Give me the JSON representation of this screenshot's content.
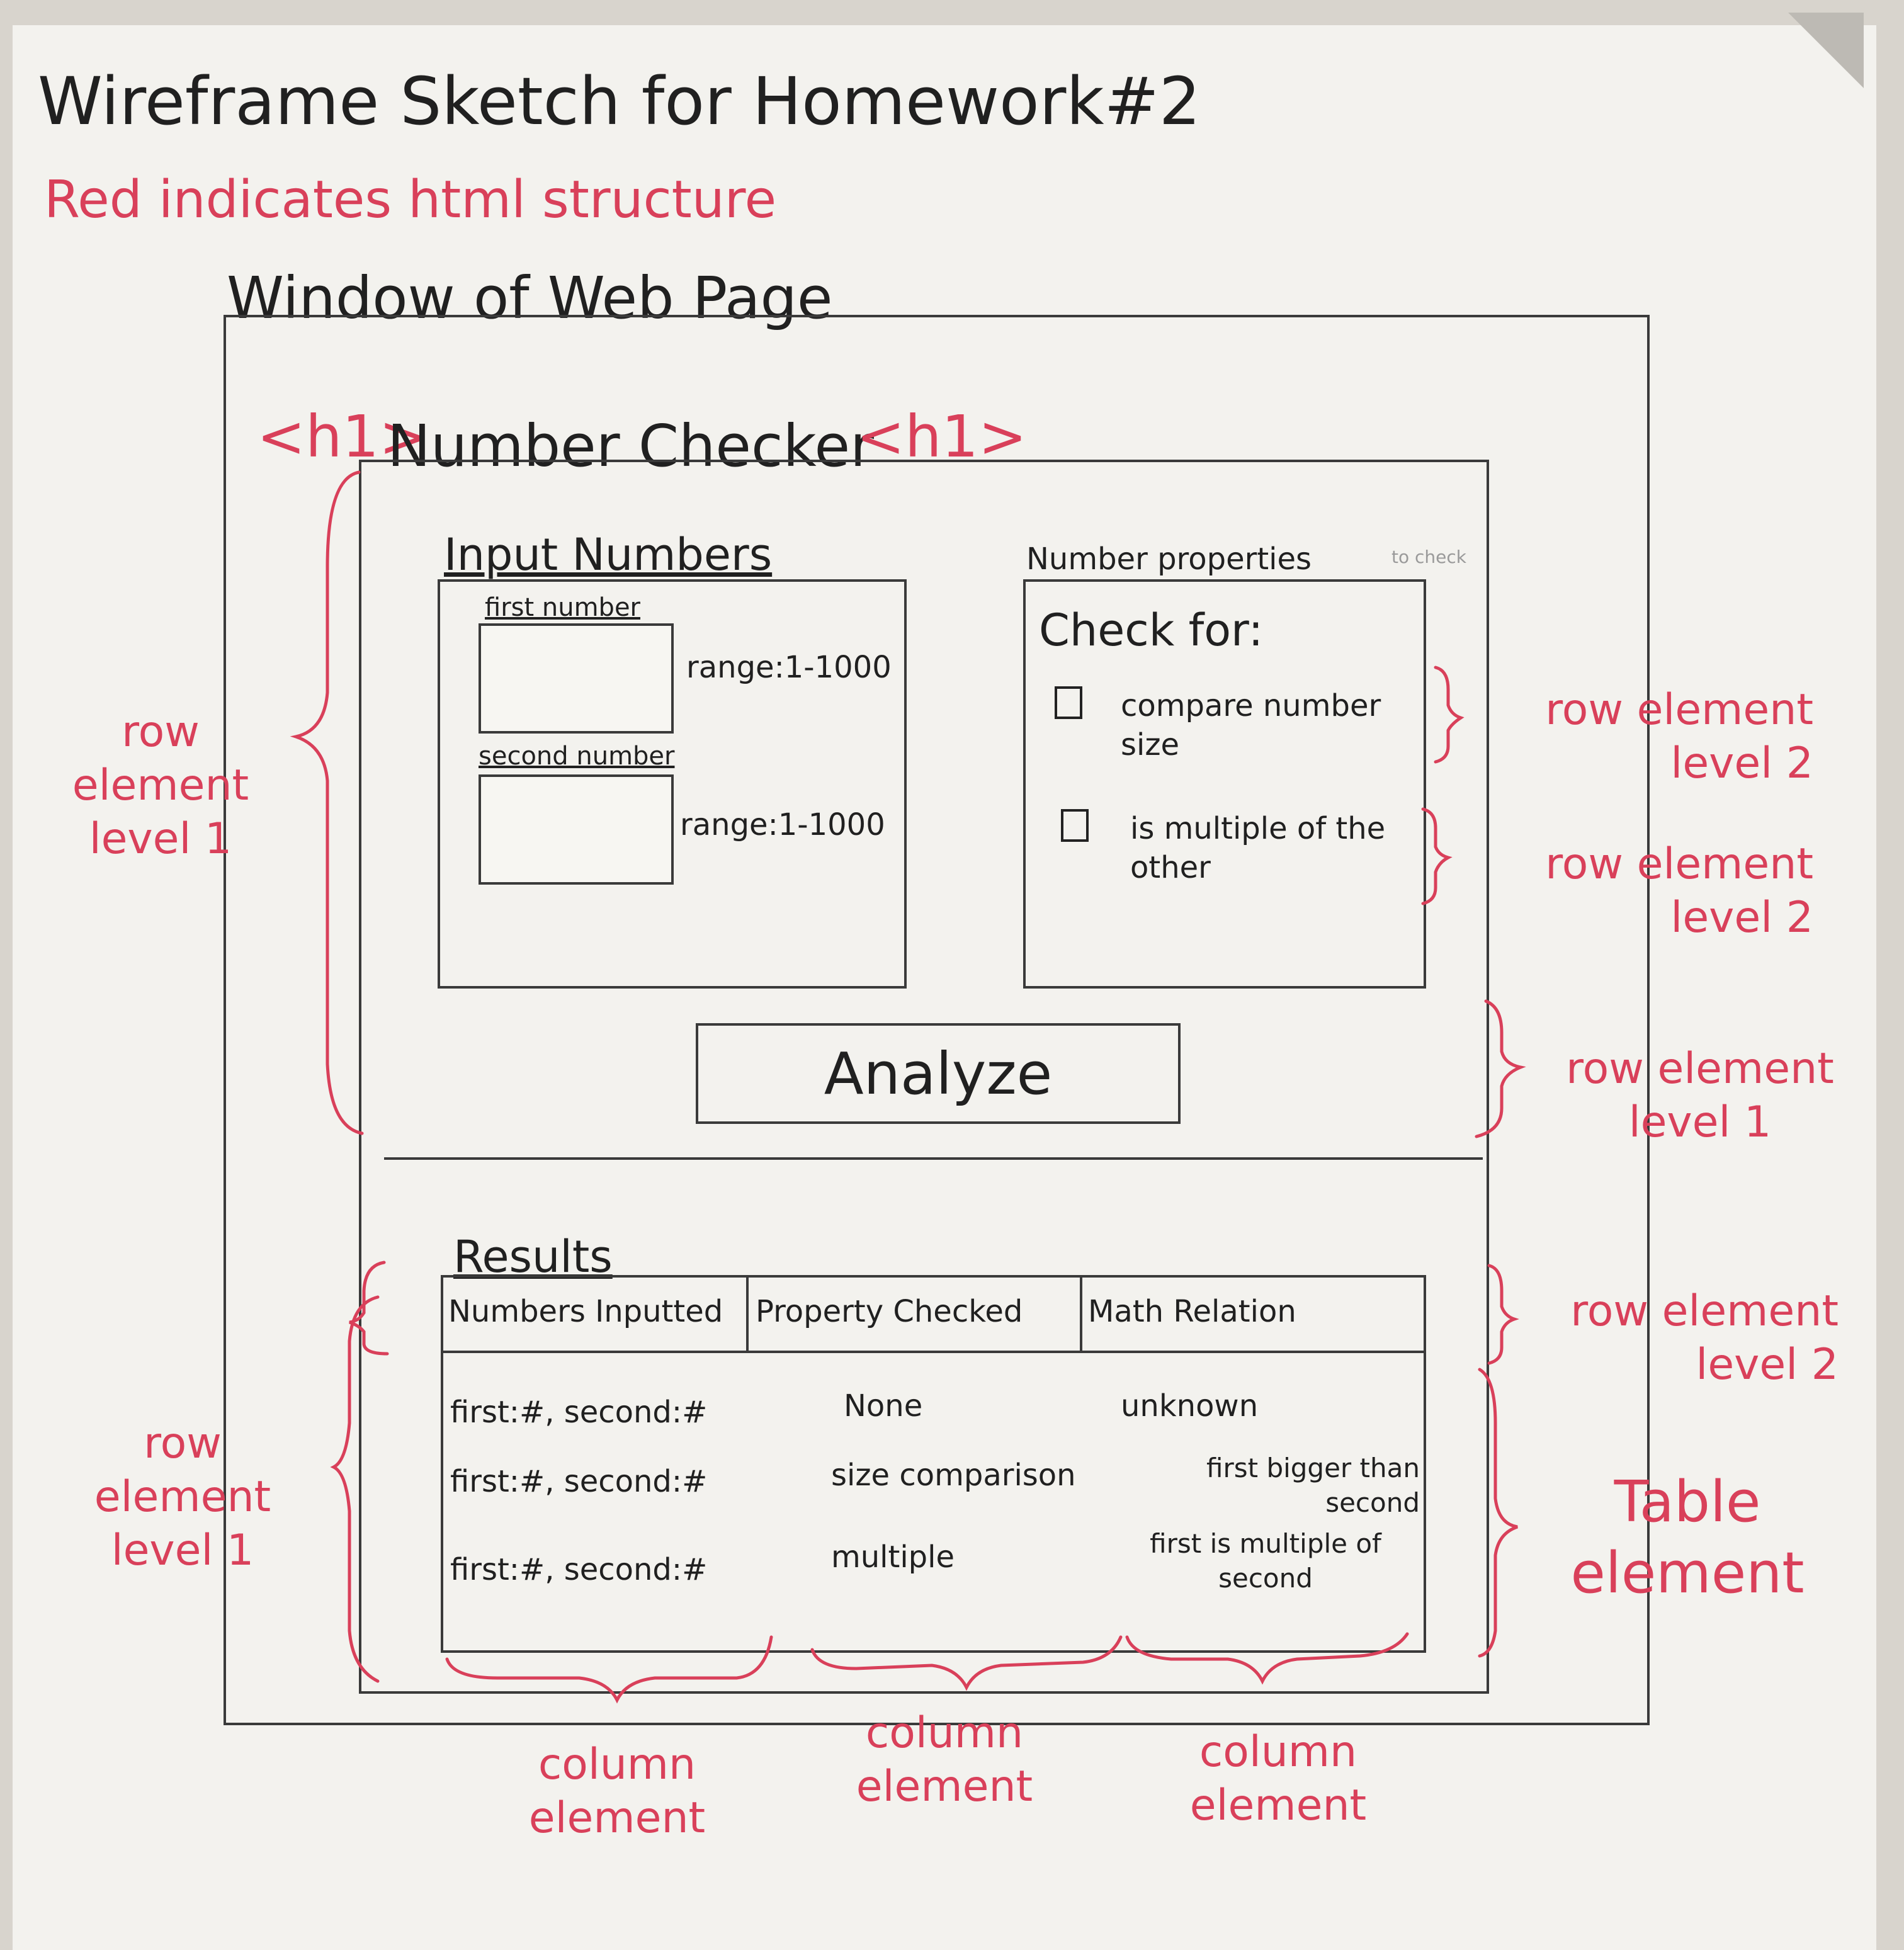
{
  "sketch": {
    "title": "Wireframe Sketch for Homework#2",
    "note": "Red indicates html structure",
    "window_label": "Window of Web Page"
  },
  "page": {
    "h1_open_tag": "<h1>",
    "heading": "Number Checker",
    "h1_close_tag": "<h1>"
  },
  "input_panel": {
    "title": "Input Numbers",
    "first_label": "first number",
    "first_range": "range:1-1000",
    "second_label": "second number",
    "second_range": "range:1-1000"
  },
  "properties_panel": {
    "title": "Number properties",
    "title_suffix": "to check",
    "check_for": "Check for:",
    "option_1": "compare number size",
    "option_2": "is multiple of the other"
  },
  "analyze_button": "Analyze",
  "results": {
    "title": "Results",
    "columns": [
      "Numbers Inputted",
      "Property Checked",
      "Math Relation"
    ],
    "rows": [
      [
        "first:#, second:#",
        "None",
        "unknown"
      ],
      [
        "first:#, second:#",
        "size comparison",
        "first bigger than second"
      ],
      [
        "first:#, second:#",
        "multiple",
        "first is multiple of second"
      ]
    ]
  },
  "annotations": {
    "row_level_1": "row element level 1",
    "row_level_2": "row element level 2",
    "table_element": "Table element",
    "column_element": "column element"
  },
  "colors": {
    "pencil": "#3a3a3a",
    "red_pen": "#d9405a",
    "paper": "#f3f2ee"
  }
}
